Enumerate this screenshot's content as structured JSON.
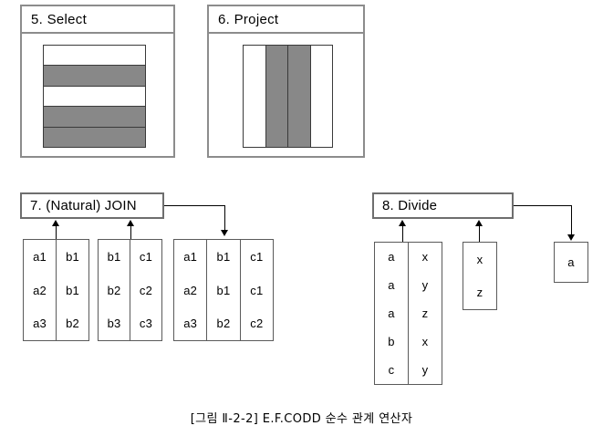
{
  "figure": {
    "caption": "[그림 Ⅱ-2-2] E.F.CODD 순수 관계 연산자",
    "colors": {
      "fill_gray": "#888888",
      "fill_white": "#ffffff",
      "panel_border": "#8c8c8c",
      "table_border": "#5a5a5a",
      "line": "#000000"
    }
  },
  "panels": [
    {
      "id": "select",
      "title": "5. Select",
      "diagram_type": "horizontal-stripes",
      "rows": [
        "white",
        "gray",
        "white",
        "gray",
        "gray"
      ]
    },
    {
      "id": "project",
      "title": "6. Project",
      "diagram_type": "vertical-columns",
      "columns": [
        "white",
        "gray",
        "gray",
        "white"
      ]
    }
  ],
  "operations": [
    {
      "id": "join",
      "title": "7. (Natural) JOIN",
      "tables": [
        {
          "role": "operand-left",
          "columns": 2,
          "rows": [
            [
              "a1",
              "b1"
            ],
            [
              "a2",
              "b1"
            ],
            [
              "a3",
              "b2"
            ]
          ]
        },
        {
          "role": "operand-right",
          "columns": 2,
          "rows": [
            [
              "b1",
              "c1"
            ],
            [
              "b2",
              "c2"
            ],
            [
              "b3",
              "c3"
            ]
          ]
        },
        {
          "role": "result",
          "columns": 3,
          "rows": [
            [
              "a1",
              "b1",
              "c1"
            ],
            [
              "a2",
              "b1",
              "c1"
            ],
            [
              "a3",
              "b2",
              "c2"
            ]
          ]
        }
      ]
    },
    {
      "id": "divide",
      "title": "8. Divide",
      "tables": [
        {
          "role": "dividend",
          "columns": 2,
          "rows": [
            [
              "a",
              "x"
            ],
            [
              "a",
              "y"
            ],
            [
              "a",
              "z"
            ],
            [
              "b",
              "x"
            ],
            [
              "c",
              "y"
            ]
          ]
        },
        {
          "role": "divisor",
          "columns": 1,
          "rows": [
            [
              "x"
            ],
            [
              "z"
            ]
          ]
        },
        {
          "role": "result",
          "columns": 1,
          "rows": [
            [
              "a"
            ]
          ]
        }
      ]
    }
  ]
}
